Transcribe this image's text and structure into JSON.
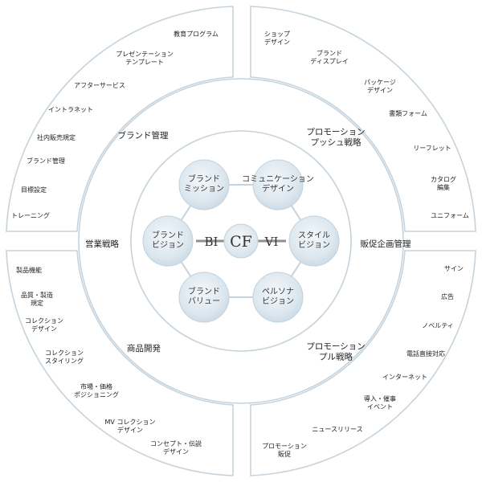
{
  "core": {
    "left": "BI",
    "center": "CF",
    "right": "VI"
  },
  "bubbles": [
    {
      "lines": [
        "ブランド",
        "ミッション"
      ]
    },
    {
      "lines": [
        "コミュニケーション",
        "デザイン"
      ]
    },
    {
      "lines": [
        "スタイル",
        "ビジョン"
      ]
    },
    {
      "lines": [
        "ペルソナ",
        "ビジョン"
      ]
    },
    {
      "lines": [
        "ブランド",
        "バリュー"
      ]
    },
    {
      "lines": [
        "ブランド",
        "ビジョン"
      ]
    }
  ],
  "strategies": [
    {
      "lines": [
        "ブランド管理"
      ]
    },
    {
      "lines": [
        "プロモーション",
        "プッシュ戦略"
      ]
    },
    {
      "lines": [
        "営業戦略"
      ]
    },
    {
      "lines": [
        "販促企画管理"
      ]
    },
    {
      "lines": [
        "商品開発"
      ]
    },
    {
      "lines": [
        "プロモーション",
        "プル戦略"
      ]
    }
  ],
  "quadrants": {
    "top_left": [
      {
        "lines": [
          "教育プログラム"
        ]
      },
      {
        "lines": [
          "プレゼンテーション",
          "テンプレート"
        ]
      },
      {
        "lines": [
          "アフターサービス"
        ]
      },
      {
        "lines": [
          "イントラネット"
        ]
      },
      {
        "lines": [
          "社内販売規定"
        ]
      },
      {
        "lines": [
          "ブランド管理"
        ]
      },
      {
        "lines": [
          "目標設定"
        ]
      },
      {
        "lines": [
          "トレーニング"
        ]
      }
    ],
    "top_right": [
      {
        "lines": [
          "ショップ",
          "デザイン"
        ]
      },
      {
        "lines": [
          "ブランド",
          "ディスプレイ"
        ]
      },
      {
        "lines": [
          "パッケージ",
          "デザイン"
        ]
      },
      {
        "lines": [
          "書類フォーム"
        ]
      },
      {
        "lines": [
          "リーフレット"
        ]
      },
      {
        "lines": [
          "カタログ",
          "編集"
        ]
      },
      {
        "lines": [
          "ユニフォーム"
        ]
      }
    ],
    "bottom_left": [
      {
        "lines": [
          "製品機能"
        ]
      },
      {
        "lines": [
          "品質・製造",
          "規定"
        ]
      },
      {
        "lines": [
          "コレクション",
          "デザイン"
        ]
      },
      {
        "lines": [
          "コレクション",
          "スタイリング"
        ]
      },
      {
        "lines": [
          "市場・価格",
          "ポジショニング"
        ]
      },
      {
        "lines": [
          "MV コレクション",
          "デザイン"
        ]
      },
      {
        "lines": [
          "コンセプト・伝説",
          "デザイン"
        ]
      }
    ],
    "bottom_right": [
      {
        "lines": [
          "サイン"
        ]
      },
      {
        "lines": [
          "広告"
        ]
      },
      {
        "lines": [
          "ノベルティ"
        ]
      },
      {
        "lines": [
          "電話直接対応"
        ]
      },
      {
        "lines": [
          "インターネット"
        ]
      },
      {
        "lines": [
          "導入・催事",
          "イベント"
        ]
      },
      {
        "lines": [
          "ニュースリリース"
        ]
      },
      {
        "lines": [
          "プロモーション",
          "販促"
        ]
      }
    ]
  },
  "colors": {
    "line": "#c6d3dc",
    "bubble_fill": "#dce7ee",
    "bubble_stroke": "#c2d2dd",
    "core_bar": "#8f8f8f",
    "text": "#222222"
  }
}
